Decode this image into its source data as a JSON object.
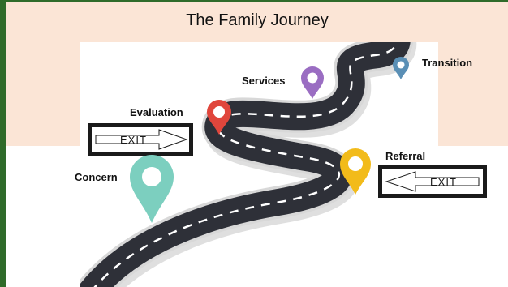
{
  "title": "The Family Journey",
  "stages": {
    "concern": "Concern",
    "evaluation": "Evaluation",
    "services": "Services",
    "transition": "Transition",
    "referral": "Referral"
  },
  "signs": {
    "left_exit": "EXIT",
    "right_exit": "EXIT"
  },
  "colors": {
    "banner": "#fbe5d6",
    "frame": "#2f6b2a",
    "road": "#2e3038",
    "pin_concern": "#7ccfbf",
    "pin_evaluation": "#e0463c",
    "pin_services": "#9a6dc2",
    "pin_transition": "#5a8fb5",
    "pin_referral": "#f2bb1a"
  }
}
